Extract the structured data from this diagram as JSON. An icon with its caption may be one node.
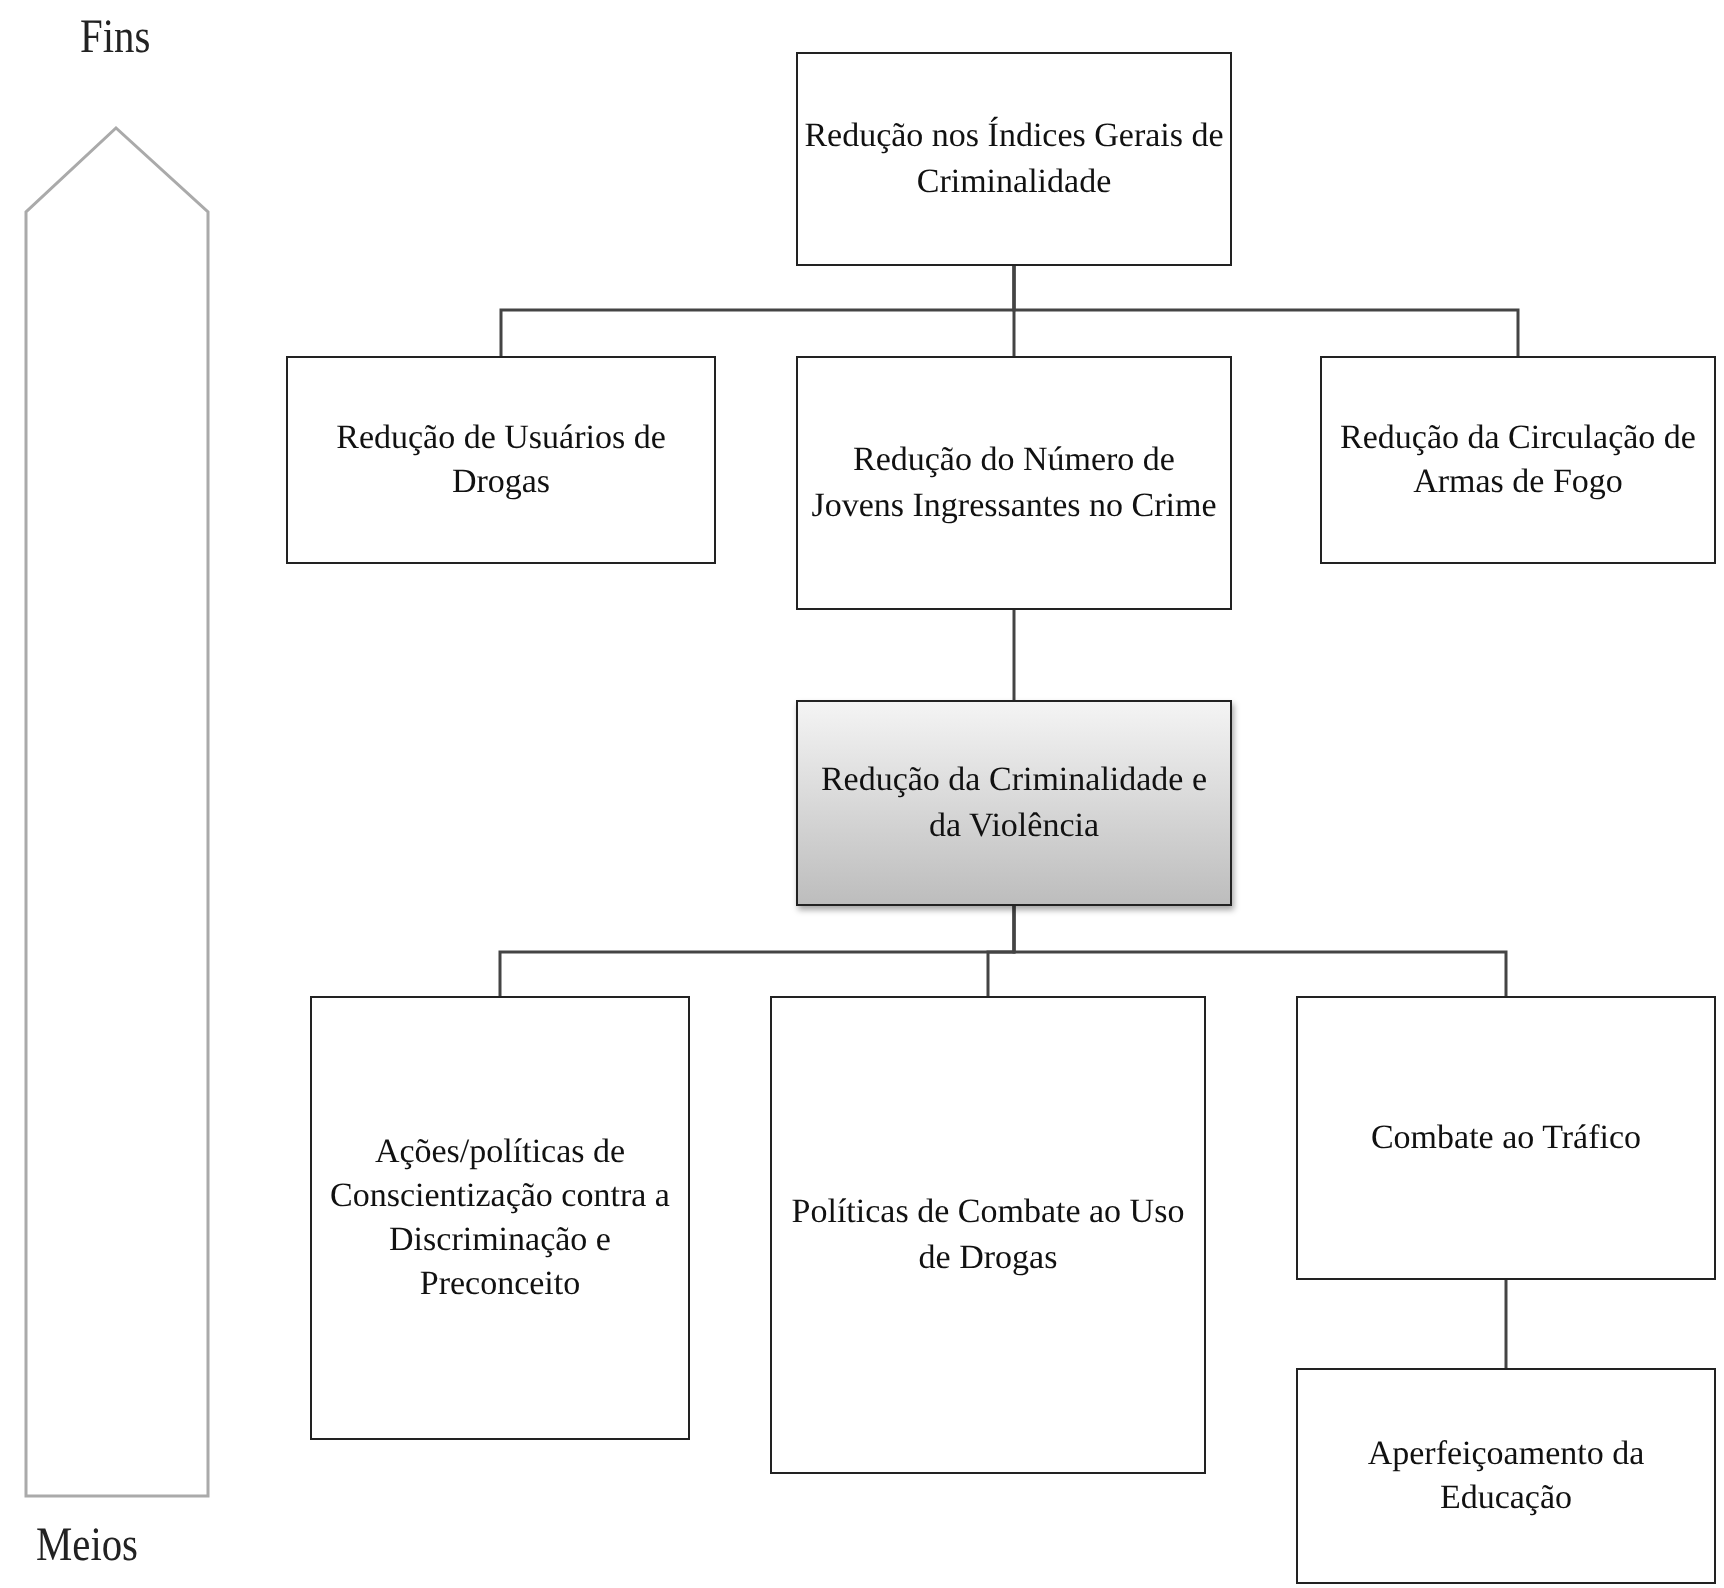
{
  "diagram": {
    "nodes": [
      {
        "text": [
          "Redução nos Índices Gerais de Criminalidade"
        ]
      },
      {
        "text": [
          "Redução de Usuários de Drogas"
        ]
      },
      {
        "text": [
          "Redução do Número de Jovens Ingressantes no Crime"
        ]
      },
      {
        "text": [
          "Redução da Circulação de Armas de Fogo"
        ]
      },
      {
        "text": [
          "Redução da Criminalidade e da Violência"
        ]
      },
      {
        "text": [
          "Ações/políticas de Conscientização contra a Discriminação e Preconceito"
        ]
      },
      {
        "text": [
          "Políticas de Combate ao Uso de Drogas"
        ]
      },
      {
        "text": [
          "Combate ao Tráfico"
        ]
      },
      {
        "text": [
          "Aperfeiçoamento da Educação"
        ]
      }
    ],
    "edges": [
      {
        "from": 0,
        "to": 1,
        "arrow": "none"
      },
      {
        "from": 0,
        "to": 2,
        "arrow": "none"
      },
      {
        "from": 0,
        "to": 3,
        "arrow": "none"
      },
      {
        "from": 2,
        "to": 4,
        "arrow": "none"
      },
      {
        "from": 4,
        "to": 5,
        "arrow": "none"
      },
      {
        "from": 4,
        "to": 6,
        "arrow": "none"
      },
      {
        "from": 4,
        "to": 7,
        "arrow": "none"
      },
      {
        "from": 7,
        "to": 8,
        "arrow": "none"
      }
    ],
    "labels": [
      "Fins",
      "Meios"
    ]
  }
}
